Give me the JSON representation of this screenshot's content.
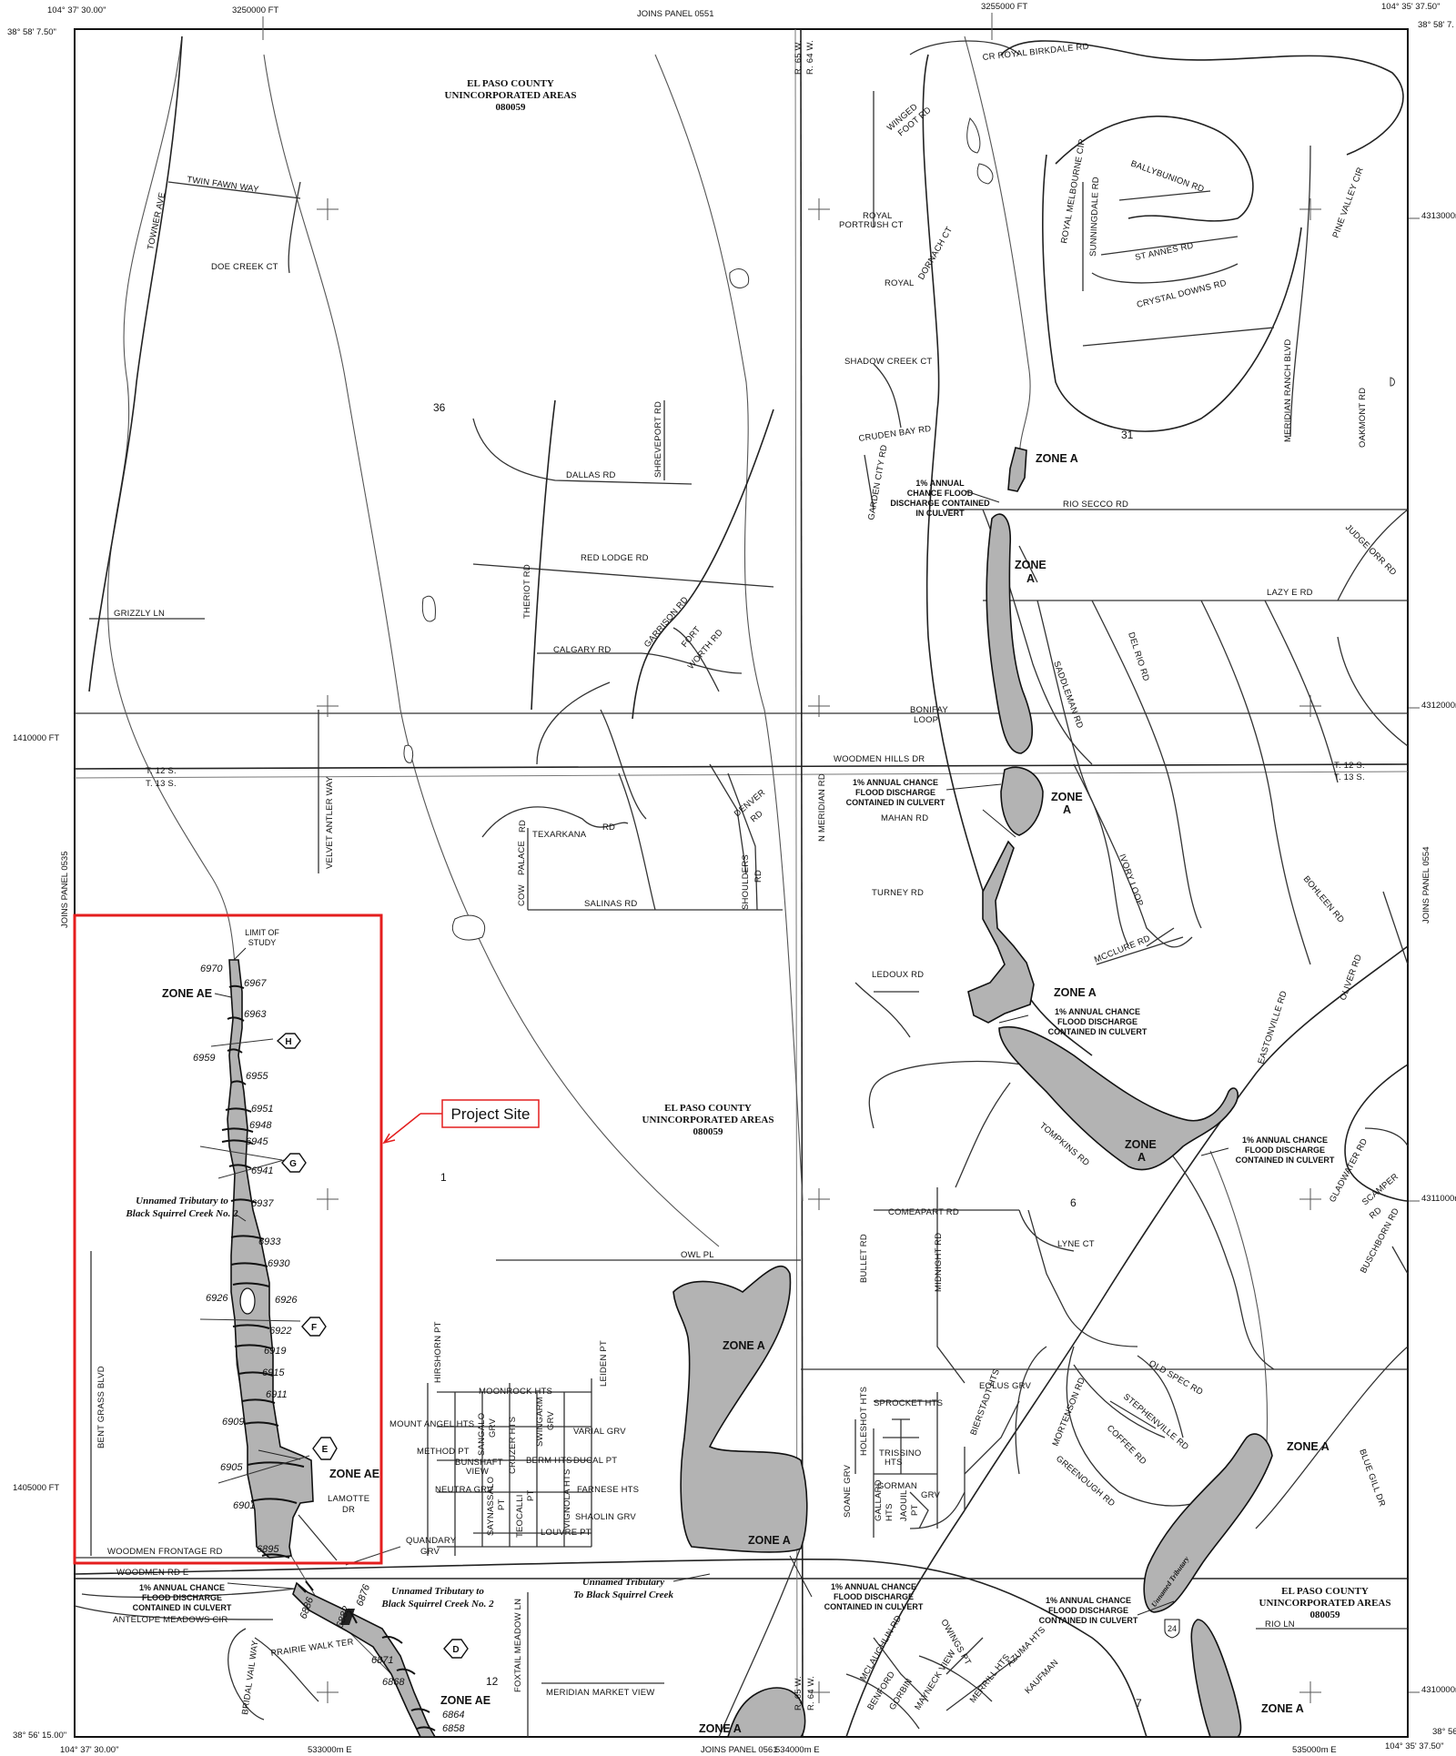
{
  "margins": {
    "top_left_coord": "104° 37' 30.00\"",
    "top_left_lat": "38° 58' 7.50\"",
    "top_ft_left": "3250000 FT",
    "top_panel": "JOINS PANEL 0551",
    "top_ft_right": "3255000 FT",
    "top_right_coord": "104° 35' 37.50\"",
    "top_right_lat": "38° 58' 7.",
    "left_ft_1": "1410000 FT",
    "left_ft_2": "1405000 FT",
    "left_panel": "JOINS PANEL 0535",
    "right_panel": "JOINS PANEL 0554",
    "right_utm_1": "4313000m N",
    "right_utm_2": "4312000m",
    "right_utm_3": "4311000m",
    "right_utm_4": "4310000m",
    "bottom_left_lat": "38° 56' 15.00\"",
    "bottom_left_coord": "104° 37' 30.00\"",
    "bottom_utm_1": "533000m E",
    "bottom_panel": "JOINS PANEL 0561",
    "bottom_utm_2": "534000m E",
    "bottom_utm_3": "535000m E",
    "bottom_right_coord": "104° 35' 37.50\"",
    "bottom_right_lat": "38° 56'"
  },
  "township": {
    "r65w_top": "R. 65 W.",
    "r64w_top": "R. 64 W.",
    "t12s_left": "T. 12 S.",
    "t13s_left": "T. 13 S.",
    "t12s_right": "T. 12 S.",
    "t13s_right": "T. 13 S.",
    "r65w_bot": "R. 65 W.",
    "r64w_bot": "R. 64 W."
  },
  "sections": [
    "36",
    "31",
    "1",
    "6",
    "12",
    "7"
  ],
  "communities": [
    {
      "name": "EL PASO COUNTY",
      "sub": "UNINCORPORATED AREAS",
      "id": "080059"
    },
    {
      "name": "EL PASO COUNTY",
      "sub": "UNINCORPORATED AREAS",
      "id": "080059"
    },
    {
      "name": "EL PASO COUNTY",
      "sub": "UNINCORPORATED AREAS",
      "id": "080059"
    }
  ],
  "roads": {
    "twin_fawn": "TWIN FAWN WAY",
    "towner": "TOWNER AVE",
    "doe_creek": "DOE CREEK CT",
    "grizzly": "GRIZZLY LN",
    "velvet_antler": "VELVET ANTLER WAY",
    "dallas": "DALLAS RD",
    "shreveport": "SHREVEPORT RD",
    "red_lodge": "RED LODGE RD",
    "theriot": "THERIOT RD",
    "calgary": "CALGARY RD",
    "garrison": "GARRISON RD",
    "fort_worth_1": "FORT",
    "fort_worth_2": "WORTH RD",
    "texarkana": "TEXARKANA",
    "rd_a": "RD",
    "rd_b": "RD",
    "cow": "COW",
    "palace": "PALACE",
    "denver_1": "DENVER",
    "denver_2": "RD",
    "shoulders_1": "SHOULDERS",
    "shoulders_2": "RD",
    "salinas": "SALINAS RD",
    "woodmen_hills": "WOODMEN HILLS DR",
    "n_meridian": "N MERIDIAN RD",
    "owl": "OWL PL",
    "winged_1": "WINGED",
    "winged_2": "FOOT RD",
    "royal_birkdale": "CR ROYAL BIRKDALE RD",
    "royal_portrush_1": "ROYAL",
    "royal_portrush_2": "PORTRUSH CT",
    "royal_dornach_1": "ROYAL",
    "royal_dornach_2": "DORNACH CT",
    "royal_melbourne": "ROYAL MELBOURNE CIR",
    "sunningdale": "SUNNINGDALE RD",
    "ballybunion": "BALLYBUNION RD",
    "pine_valley": "PINE VALLEY CIR",
    "st_annes": "ST ANNES RD",
    "crystal_downs": "CRYSTAL DOWNS RD",
    "shadow_creek": "SHADOW CREEK CT",
    "meridian_ranch": "MERIDIAN RANCH BLVD",
    "oakmont": "OAKMONT RD",
    "cruden_bay": "CRUDEN BAY RD",
    "garden_city": "GARDEN CITY RD",
    "rio_secco": "RIO SECCO RD",
    "judge_orr": "JUDGE ORR RD",
    "lazy_e": "LAZY E RD",
    "del_rio": "DEL RIO RD",
    "saddleman": "SADDLEMAN RD",
    "bonifay_1": "BONIFAY",
    "bonifay_2": "LOOP",
    "mahan": "MAHAN RD",
    "turney": "TURNEY RD",
    "ivory_loop": "IVORY LOOP",
    "bohleen": "BOHLEEN RD",
    "mcclure": "MCCLURE RD",
    "ledoux": "LEDOUX RD",
    "oliver": "OLIVER RD",
    "eastonville": "EASTONVILLE RD",
    "tompkins": "TOMPKINS RD",
    "comeapart": "COMEAPART RD",
    "bullet": "BULLET RD",
    "midnight": "MIDNIGHT RD",
    "lyne": "LYNE CT",
    "gladwater": "GLADWATER RD",
    "scamper_1": "SCAMPER",
    "scamper_2": "RD",
    "buschborn": "BUSCHBORN RD",
    "eolus": "EOLUS GRV",
    "old_spec": "OLD SPEC RD",
    "stephenville": "STEPHENVILLE RD",
    "coffee": "COFFEE RD",
    "mortenson": "MORTENSON RD",
    "greenough": "GREENOUGH RD",
    "blue_gill": "BLUE GILL DR",
    "sprocket": "SPROCKET HTS",
    "holeshot": "HOLESHOT HTS",
    "trissino_1": "TRISSINO",
    "trissino_2": "HTS",
    "bierstadt": "BIERSTADT HTS",
    "gorman": "GORMAN",
    "grv_a": "GRV",
    "soane": "SOANE GRV",
    "gallard": "GALLARD",
    "hts_a": "HTS",
    "jaouil": "JAOUIL",
    "pt_a": "PT",
    "hirshorn": "HIRSHORN PT",
    "moonrock": "MOONROCK HTS",
    "leiden": "LEIDEN PT",
    "mount_angel": "MOUNT ANGEL HTS",
    "sangalo_1": "SANGALO",
    "sangalo_2": "GRV",
    "swingarm_1": "SWINGARM",
    "swingarm_2": "GRV",
    "varial": "VARIAL GRV",
    "method": "METHOD PT",
    "bunshaft_1": "BUNSHAFT",
    "bunshaft_2": "VIEW",
    "cruzer": "CRUZER HTS",
    "berm": "BERM HTS",
    "ducal": "DUCAL PT",
    "neutra": "NEUTRA GRV",
    "teocalli_1": "TEOCALLI",
    "teocalli_2": "PT",
    "vignola": "VIGNOLA HTS",
    "farnese": "FARNESE HTS",
    "saynassalo_1": "SAYNASSALO",
    "saynassalo_2": "PT",
    "shaolin": "SHAOLIN GRV",
    "louvre": "LOUVRE PT",
    "quandary_1": "QUANDARY",
    "quandary_2": "GRV",
    "bent_grass": "BENT GRASS BLVD",
    "lamotte_1": "LAMOTTE",
    "lamotte_2": "DR",
    "woodmen_frontage": "WOODMEN FRONTAGE RD",
    "woodmen_e": "WOODMEN RD E",
    "antelope": "ANTELOPE MEADOWS CIR",
    "bridal_vail": "BRIDAL VAIL WAY",
    "prairie_walk": "PRAIRIE WALK TER",
    "foxtail": "FOXTAIL MEADOW LN",
    "meridian_market": "MERIDIAN MARKET VIEW",
    "mclaughlin": "MCLAUGHLIN RD",
    "owings": "OWINGS PT",
    "azuma": "AZUMA HTS",
    "merrill": "MERRILL HTS",
    "kaufman": "KAUFMAN",
    "rio_ln": "RIO LN",
    "us24": "24",
    "mayneck": "MAYNECK VIEW",
    "gorbin": "GORBIN",
    "benford": "BENFORD"
  },
  "zones": {
    "za1": "ZONE A",
    "za2_1": "ZONE",
    "za2_2": "A",
    "za3_1": "ZONE",
    "za3_2": "A",
    "za4": "ZONE A",
    "za5_1": "ZONE",
    "za5_2": "A",
    "za6": "ZONE  A",
    "za7": "ZONE A",
    "za8": "ZONE A",
    "za9": "ZONE A",
    "za10": "ZONE A",
    "zae1": "ZONE AE",
    "zae2": "ZONE AE",
    "zae3": "ZONE AE"
  },
  "culvert_notes": [
    [
      "1% ANNUAL",
      "CHANCE FLOOD",
      "DISCHARGE CONTAINED",
      "IN CULVERT"
    ],
    [
      "1% ANNUAL CHANCE",
      "FLOOD DISCHARGE",
      "CONTAINED IN CULVERT"
    ],
    [
      "1% ANNUAL CHANCE",
      "FLOOD DISCHARGE",
      "CONTAINED IN CULVERT"
    ],
    [
      "1% ANNUAL CHANCE",
      "FLOOD DISCHARGE",
      "CONTAINED IN CULVERT"
    ],
    [
      "1% ANNUAL CHANCE",
      "FLOOD DISCHARGE",
      "CONTAINED IN CULVERT"
    ],
    [
      "1% ANNUAL CHANCE",
      "FLOOD DISCHARGE",
      "CONTAINED IN CULVERT"
    ],
    [
      "1% ANNUAL CHANCE",
      "FLOOD DISCHARGE",
      "CONTAINED IN CULVERT"
    ]
  ],
  "tributaries": {
    "t1_1": "Unnamed Tributary to",
    "t1_2": "Black Squirrel Creek No. 2",
    "t2_1": "Unnamed Tributary to",
    "t2_2": "Black Squirrel Creek No. 2",
    "t3_1": "Unnamed Tributary",
    "t3_2": "To Black Squirrel Creek",
    "t4": "Unnamed Tributary"
  },
  "limit_of_study_1": "LIMIT OF",
  "limit_of_study_2": "STUDY",
  "project_site": "Project Site",
  "bfe": [
    "6970",
    "6967",
    "6963",
    "6959",
    "6955",
    "6951",
    "6948",
    "6945",
    "6941",
    "6937",
    "6933",
    "6930",
    "6926",
    "6926",
    "6922",
    "6919",
    "6915",
    "6911",
    "6909",
    "6905",
    "6901",
    "6895",
    "6886",
    "6882",
    "6876",
    "6871",
    "6868",
    "6864",
    "6858"
  ],
  "cross_sections": [
    "H",
    "G",
    "F",
    "E",
    "D"
  ],
  "colors": {
    "project_box": "#e41e1e",
    "zone_fill": "#b3b3b3"
  }
}
